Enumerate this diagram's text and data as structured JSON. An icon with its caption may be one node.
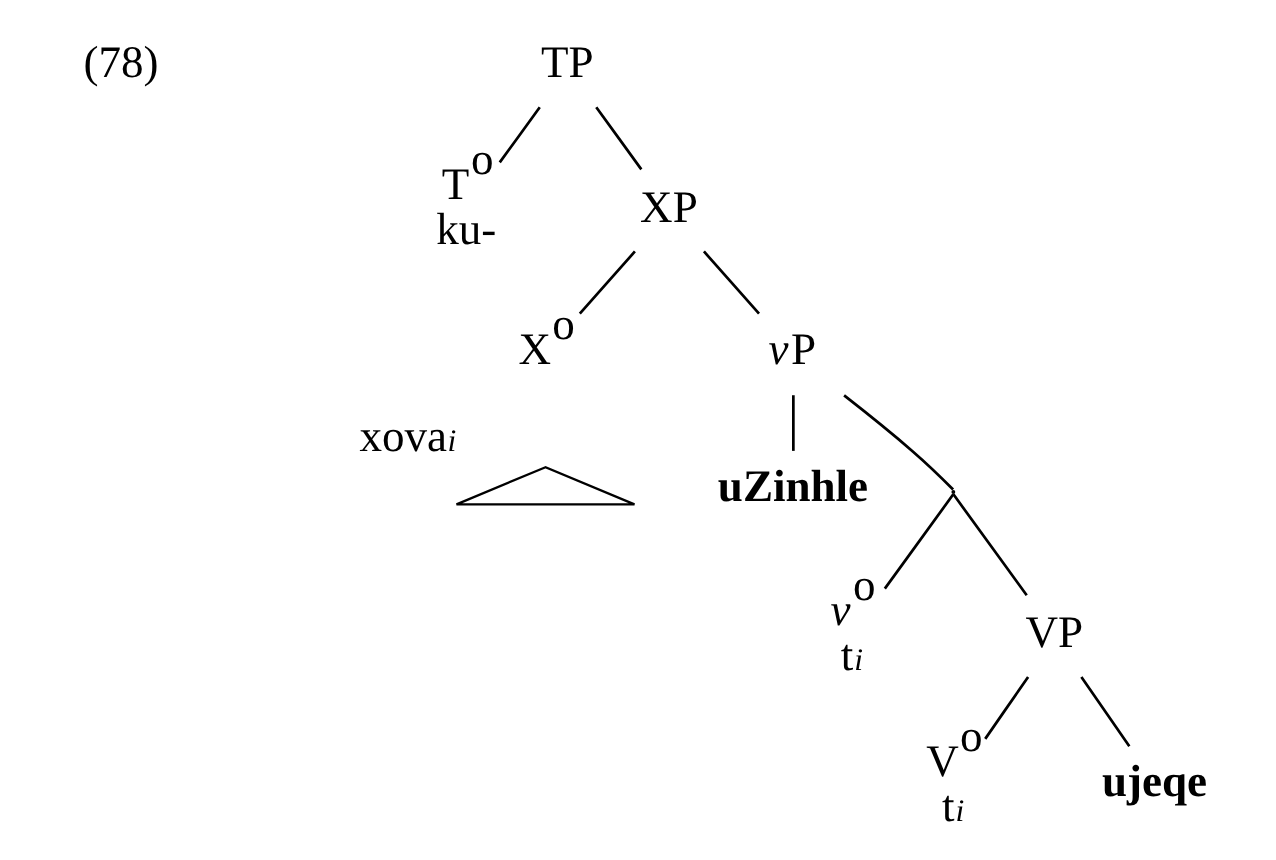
{
  "diagram": {
    "nodes": [
      {
        "text": [
          "TP"
        ]
      },
      {
        "text": [
          "T$^{o}$"
        ],
        "beside": [
          "ku-"
        ]
      },
      {
        "text": [
          "XP"
        ]
      },
      {
        "text": [
          "X$^{o}$"
        ]
      },
      {
        "text": [],
        "shape": "triangle",
        "beside": [
          "xova$_{i}$"
        ]
      },
      {
        "text": [
          "vP"
        ]
      },
      {
        "text": [
          "uZinhle"
        ]
      },
      {
        "text": [],
        "shape": "point"
      },
      {
        "text": [
          "v$^{o}$"
        ],
        "beside": [
          "t$_{i}$"
        ]
      },
      {
        "text": [
          "VP"
        ]
      },
      {
        "text": [
          "V$^{o}$"
        ],
        "beside": [
          "t$_{i}$"
        ]
      },
      {
        "text": [
          "ujeqe"
        ]
      }
    ],
    "edges": [
      {
        "from": 0,
        "to": 1,
        "arrow": "none"
      },
      {
        "from": 0,
        "to": 2,
        "arrow": "none"
      },
      {
        "from": 2,
        "to": 3,
        "arrow": "none"
      },
      {
        "from": 2,
        "to": 5,
        "arrow": "none"
      },
      {
        "from": 5,
        "to": 6,
        "arrow": "none"
      },
      {
        "from": 5,
        "to": 7,
        "arrow": "none"
      },
      {
        "from": 7,
        "to": 8,
        "arrow": "none"
      },
      {
        "from": 7,
        "to": 9,
        "arrow": "none"
      },
      {
        "from": 9,
        "to": 10,
        "arrow": "none"
      },
      {
        "from": 9,
        "to": 11,
        "arrow": "none"
      }
    ],
    "labels": [
      "(78)"
    ]
  }
}
